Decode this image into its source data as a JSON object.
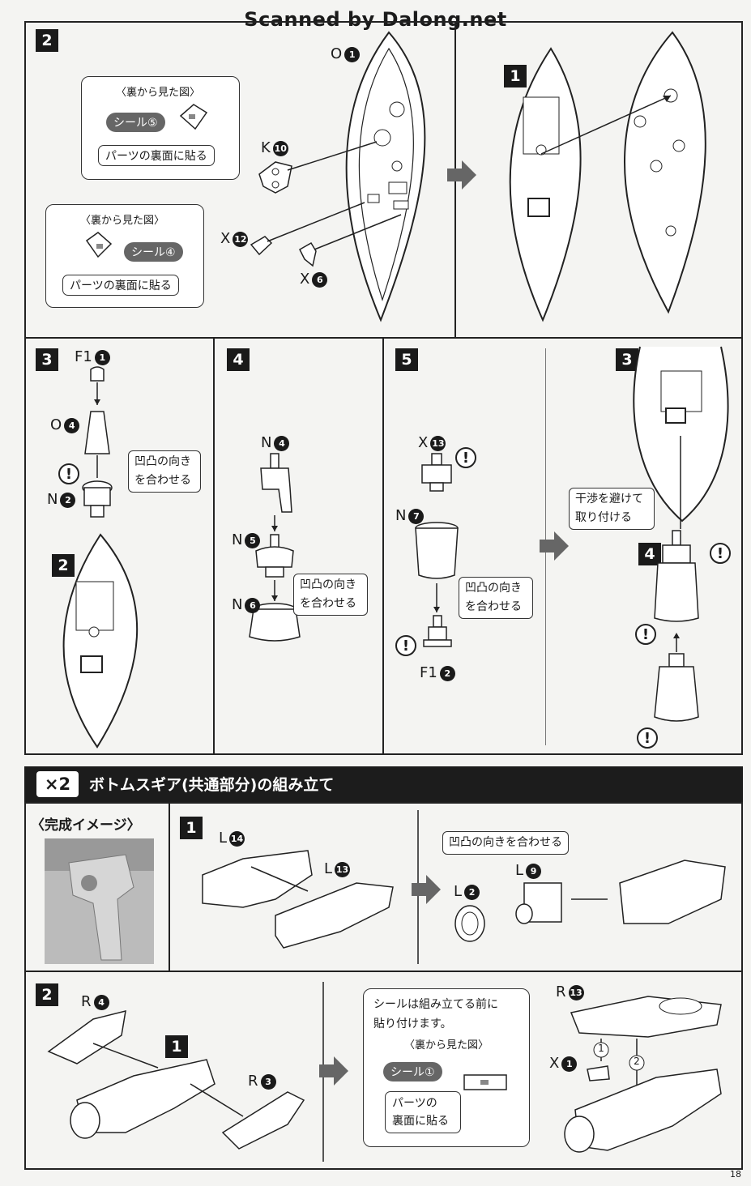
{
  "watermark": "Scanned by Dalong.net",
  "step2": {
    "step_label": "2",
    "part_o": "O",
    "part_o_num": "1",
    "part_k": "K",
    "part_k_num": "10",
    "part_x12": "X",
    "part_x12_num": "12",
    "part_x6": "X",
    "part_x6_num": "6",
    "callout_a_title": "〈裏から見た図〉",
    "callout_a_sticker": "シール⑤",
    "callout_a_text": "パーツの裏面に貼る",
    "callout_b_title": "〈裏から見た図〉",
    "callout_b_sticker": "シール④",
    "callout_b_text": "パーツの裏面に貼る",
    "sub_step": "1"
  },
  "step3": {
    "step_label": "3",
    "part_f1": "F1",
    "part_f1_num": "1",
    "part_o": "O",
    "part_o_num": "4",
    "part_n": "N",
    "part_n_num": "2",
    "callout": "凹凸の向き\nを合わせる",
    "sub_step": "2"
  },
  "step4": {
    "step_label": "4",
    "part_n4": "N",
    "part_n4_num": "4",
    "part_n5": "N",
    "part_n5_num": "5",
    "part_n6": "N",
    "part_n6_num": "6",
    "callout": "凹凸の向き\nを合わせる"
  },
  "step5": {
    "step_label": "5",
    "part_x": "X",
    "part_x_num": "13",
    "part_n": "N",
    "part_n_num": "7",
    "part_f1": "F1",
    "part_f1_num": "2",
    "callout": "凹凸の向き\nを合わせる",
    "sub_step_a": "3",
    "sub_step_b": "4",
    "callout_b": "干渉を避けて\n取り付ける"
  },
  "section": {
    "badge": "×2",
    "title": "ボトムスギア(共通部分)の組み立て",
    "image_label": "〈完成イメージ〉"
  },
  "b_step1": {
    "step_label": "1",
    "part_l14": "L",
    "part_l14_num": "14",
    "part_l13": "L",
    "part_l13_num": "13",
    "callout": "凹凸の向きを合わせる",
    "part_l9": "L",
    "part_l9_num": "9",
    "part_l2": "L",
    "part_l2_num": "2"
  },
  "b_step2": {
    "step_label": "2",
    "part_r4": "R",
    "part_r4_num": "4",
    "part_r3": "R",
    "part_r3_num": "3",
    "sub_step": "1",
    "note_1": "シールは組み立てる前に",
    "note_2": "貼り付けます。",
    "note_title": "〈裏から見た図〉",
    "sticker": "シール①",
    "sticker_text_1": "パーツの",
    "sticker_text_2": "裏面に貼る",
    "part_r13": "R",
    "part_r13_num": "13",
    "part_x1": "X",
    "part_x1_num": "1",
    "order_1": "1",
    "order_2": "2"
  },
  "page_number": "18"
}
